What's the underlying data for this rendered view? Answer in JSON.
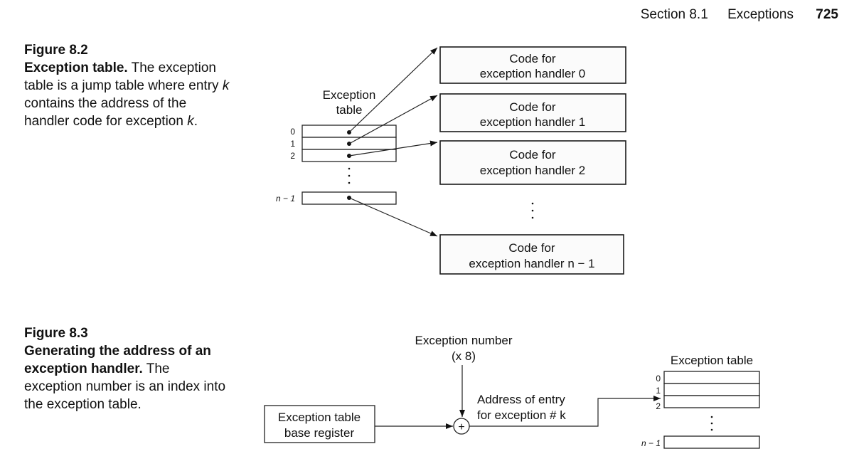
{
  "header": {
    "section": "Section 8.1",
    "title": "Exceptions",
    "page_number": "725"
  },
  "figure_8_2": {
    "label": "Figure 8.2",
    "title": "Exception table.",
    "body_part1": " The exception table is a jump table where entry ",
    "k1": "k",
    "body_part2": " contains the address of the handler code for exception ",
    "k2": "k",
    "body_part3": ".",
    "diagram": {
      "table_label_line1": "Exception",
      "table_label_line2": "table",
      "index_labels": [
        "0",
        "1",
        "2",
        "n − 1"
      ],
      "handlers": [
        {
          "line1": "Code for",
          "line2": "exception handler 0"
        },
        {
          "line1": "Code for",
          "line2": "exception handler 1"
        },
        {
          "line1": "Code for",
          "line2": "exception handler 2"
        },
        {
          "line1": "Code for",
          "line2": "exception handler n − 1"
        }
      ]
    }
  },
  "figure_8_3": {
    "label": "Figure 8.3",
    "title": "Generating the address of an exception handler.",
    "body": " The exception number is an index into the exception table.",
    "diagram": {
      "exception_number_line1": "Exception number",
      "exception_number_line2": "(x 8)",
      "base_register_line1": "Exception table",
      "base_register_line2": "base register",
      "address_line1": "Address of entry",
      "address_line2": "for exception # k",
      "table_label": "Exception table",
      "index_labels": [
        "0",
        "1",
        "2",
        "n − 1"
      ],
      "adder_symbol": "+"
    }
  }
}
